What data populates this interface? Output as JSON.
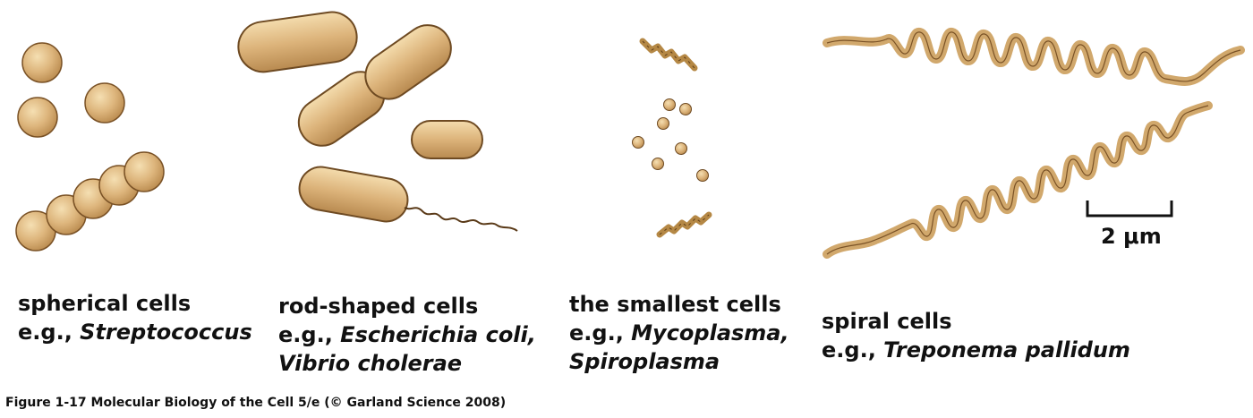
{
  "panels": {
    "spherical": {
      "title": "spherical cells",
      "eg_prefix": "e.g.,",
      "examples": [
        "Streptococcus"
      ]
    },
    "rod": {
      "title": "rod-shaped cells",
      "eg_prefix": "e.g.,",
      "examples": [
        "Escherichia coli,",
        "Vibrio cholerae"
      ]
    },
    "smallest": {
      "title": "the smallest cells",
      "eg_prefix": "e.g.,",
      "examples": [
        "Mycoplasma,",
        "Spiroplasma"
      ]
    },
    "spiral": {
      "title": "spiral cells",
      "eg_prefix": "e.g.,",
      "examples": [
        "Treponema pallidum"
      ]
    }
  },
  "scale_bar": {
    "label": "2 μm"
  },
  "footer": "Figure 1-17  Molecular Biology of the Cell 5/e (© Garland Science 2008)",
  "colors": {
    "cell_fill": "#d9b27a",
    "cell_highlight": "#f3dcae",
    "cell_outline": "#6e4a22",
    "text": "#111111"
  }
}
